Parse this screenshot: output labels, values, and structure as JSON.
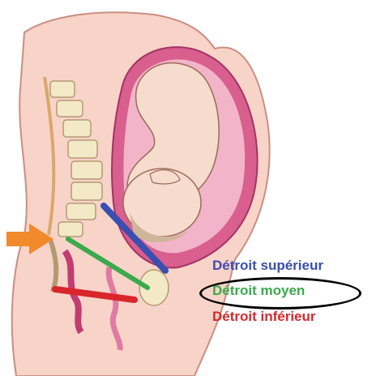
{
  "legend": {
    "superieur": {
      "label": "Détroit supérieur",
      "color": "#3a4fb0"
    },
    "moyen": {
      "label": "Détroit moyen",
      "color": "#3aaa4a"
    },
    "inferieur": {
      "label": "Détroit inférieur",
      "color": "#d8262b"
    }
  },
  "colors": {
    "skin": "#f8d3c8",
    "uterus": "#d95f8e",
    "uterus_inner": "#f2b4c8",
    "bone": "#f3e9c6",
    "bone_outline": "#b49a73",
    "arrow": "#f08a2a"
  },
  "icons": {
    "pointer": "arrow-right-icon"
  }
}
